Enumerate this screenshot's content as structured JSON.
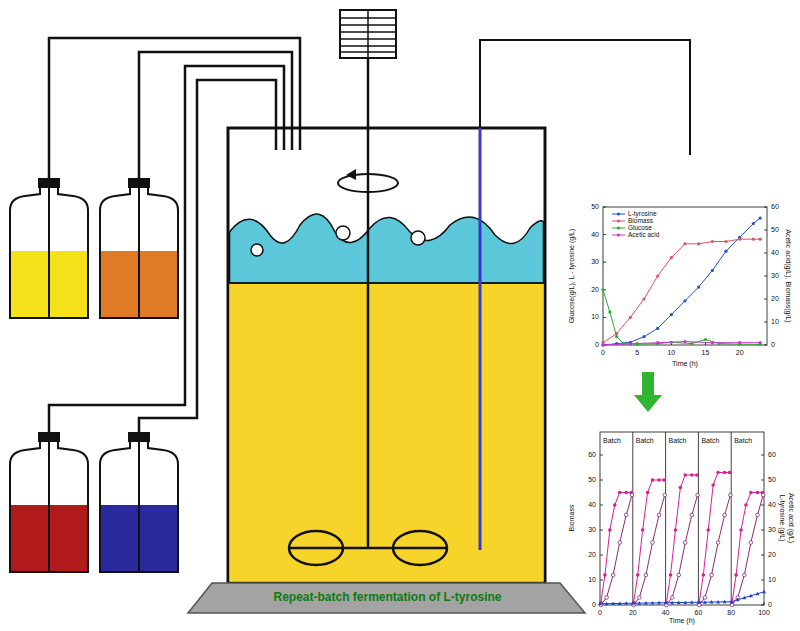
{
  "diagram": {
    "nodes": [
      {
        "text": [
          "Repeat-batch fermentation of L-tyrosine"
        ]
      },
      {
        "text": [
          "Glucose(g/L), L - tyrosine (g/L)",
          "Acetic acid(g/L), Biomass(g/L)",
          "Time (h)",
          "0",
          "10",
          "20",
          "30",
          "40",
          "50",
          "0",
          "10",
          "20",
          "30",
          "40",
          "50",
          "60",
          "0",
          "5",
          "10",
          "15",
          "20"
        ]
      },
      {
        "text": [
          "Batch",
          "Batch",
          "Batch",
          "Batch",
          "Batch",
          "Biomass",
          "L-tyrosine (g/L)",
          "Acetic acid (g/L)",
          "Time (h)",
          "0",
          "10",
          "20",
          "30",
          "40",
          "50",
          "60",
          "0",
          "10",
          "20",
          "30",
          "40",
          "50",
          "60",
          "0",
          "20",
          "40",
          "60",
          "80",
          "100"
        ]
      }
    ],
    "edges": [
      {
        "from": 1,
        "to": 2,
        "arrow": "to"
      }
    ],
    "legend": [
      {
        "text": "L-tyrosine"
      },
      {
        "text": "Biomass"
      },
      {
        "text": "Glucose"
      },
      {
        "text": "Acetic acid"
      }
    ]
  }
}
